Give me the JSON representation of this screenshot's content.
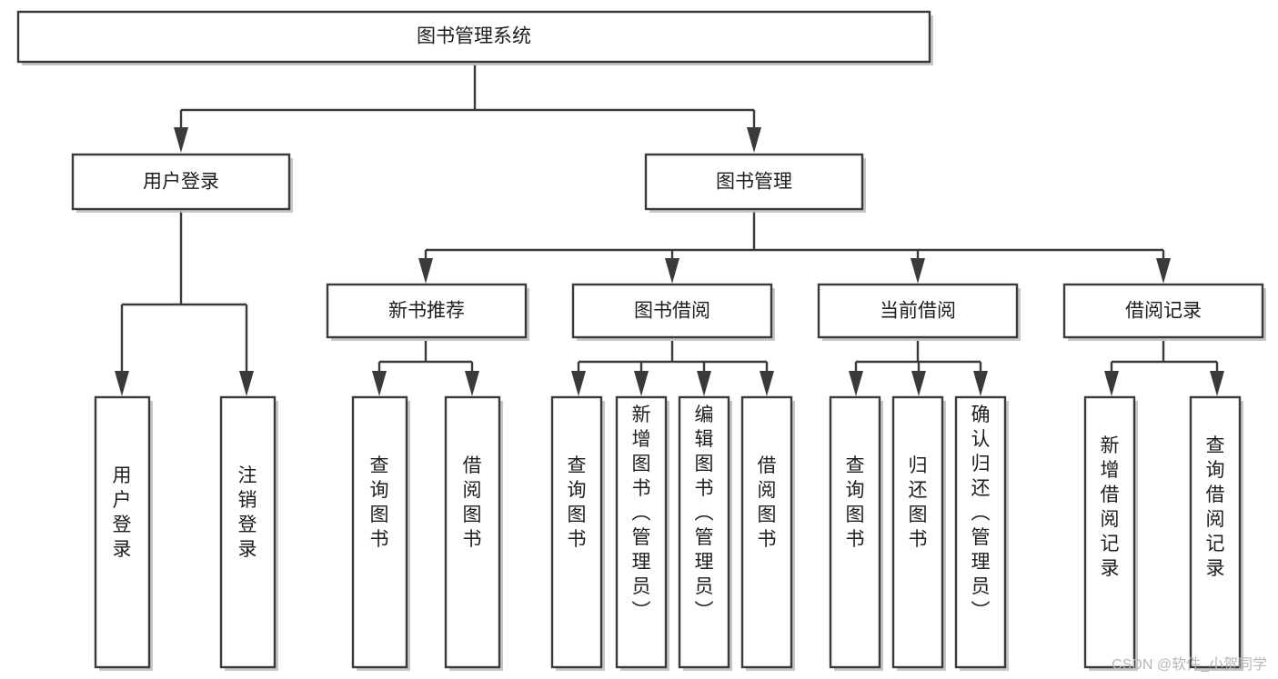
{
  "diagram": {
    "type": "tree",
    "title": "图书管理系统",
    "watermark": "CSDN @软件_小贺同学",
    "colors": {
      "box_fill": "#ffffff",
      "box_stroke": "#3a3a3a",
      "text": "#1d1d1d",
      "shadow": "#bdbdbd",
      "watermark": "#b7b7b7",
      "background": "#ffffff"
    },
    "root": {
      "label": "图书管理系统"
    },
    "level2": [
      {
        "label": "用户登录"
      },
      {
        "label": "图书管理"
      }
    ],
    "level3": [
      {
        "label": "新书推荐"
      },
      {
        "label": "图书借阅"
      },
      {
        "label": "当前借阅"
      },
      {
        "label": "借阅记录"
      }
    ],
    "leaves": {
      "user_login": [
        {
          "label": "用户登录"
        },
        {
          "label": "注销登录"
        }
      ],
      "new_book_recommend": [
        {
          "label": "查询图书"
        },
        {
          "label": "借阅图书"
        }
      ],
      "book_borrow": [
        {
          "label": "查询图书"
        },
        {
          "label": "新增图书（管理员）"
        },
        {
          "label": "编辑图书（管理员）"
        },
        {
          "label": "借阅图书"
        }
      ],
      "current_borrow": [
        {
          "label": "查询图书"
        },
        {
          "label": "归还图书"
        },
        {
          "label": "确认归还（管理员）"
        }
      ],
      "borrow_record": [
        {
          "label": "新增借阅记录"
        },
        {
          "label": "查询借阅记录"
        }
      ]
    }
  }
}
